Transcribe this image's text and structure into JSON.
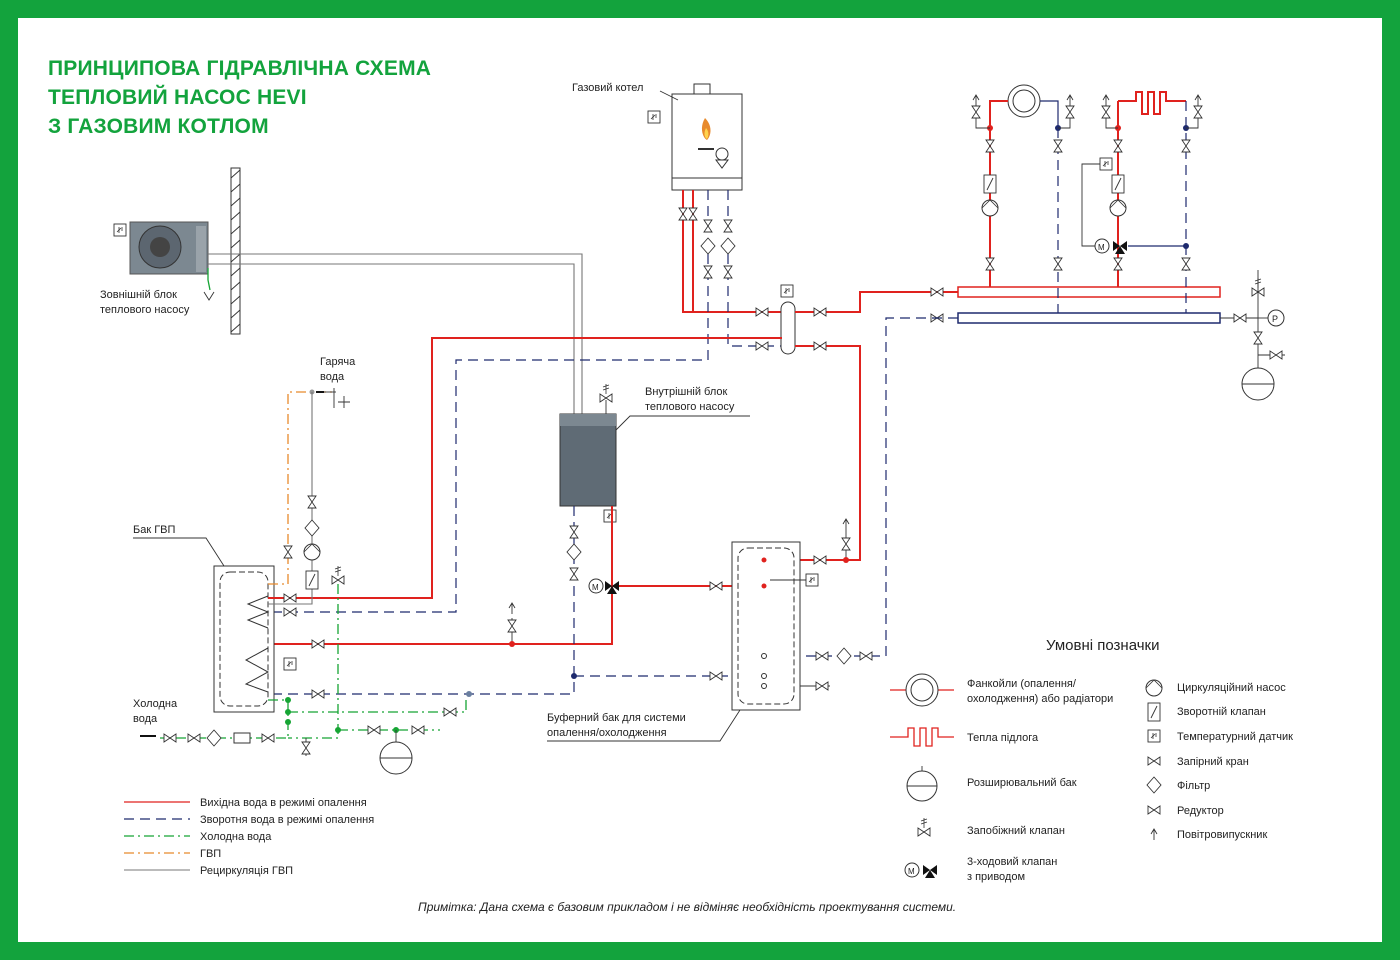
{
  "title": {
    "line1": "ПРИНЦИПОВА ГІДРАВЛІЧНА СХЕМА",
    "line2": "ТЕПЛОВИЙ НАСОС HEVI",
    "line3": "З ГАЗОВИМ КОТЛОМ"
  },
  "colors": {
    "brand_green": "#13a33d",
    "heating_supply": "#e0221e",
    "heating_return": "#1e2a6e",
    "cold_water": "#16a534",
    "dhw": "#e88a2c",
    "dhw_recirculation": "#777777"
  },
  "labels": {
    "gas_boiler": "Газовий котел",
    "outdoor_unit_1": "Зовнішній блок",
    "outdoor_unit_2": "теплового насосу",
    "hot_water_1": "Гаряча",
    "hot_water_2": "вода",
    "indoor_unit_1": "Внутрішній блок",
    "indoor_unit_2": "теплового насосу",
    "dhw_tank": "Бак ГВП",
    "cold_water_1": "Холодна",
    "cold_water_2": "вода",
    "buffer_tank_1": "Буферний бак для системи",
    "buffer_tank_2": "опалення/охолодження"
  },
  "line_legend": [
    {
      "label": "Вихідна вода в режимі опалення",
      "style": "heating_supply"
    },
    {
      "label": "Зворотня вода в режимі опалення",
      "style": "heating_return"
    },
    {
      "label": "Холодна вода",
      "style": "cold_water"
    },
    {
      "label": "ГВП",
      "style": "dhw"
    },
    {
      "label": "Рециркуляція ГВП",
      "style": "dhw_recirculation"
    }
  ],
  "symbols_legend": {
    "heading": "Умовні позначки",
    "fancoil_1": "Фанкойли (опалення/",
    "fancoil_2": "охолодження) або радіатори",
    "floor_heating": "Тепла підлога",
    "expansion_tank": "Розширювальний бак",
    "safety_valve": "Запобіжний клапан",
    "three_way_1": "3-ходовий клапан",
    "three_way_2": "з приводом",
    "circ_pump": "Циркуляційний насос",
    "check_valve": "Зворотній клапан",
    "temp_sensor": "Температурний датчик",
    "shutoff_valve": "Запірний кран",
    "filter": "Фільтр",
    "reducer": "Редуктор",
    "air_vent": "Повітровипускник"
  },
  "note": "Примітка: Дана схема є базовим прикладом і не відміняє необхідність проектування системи."
}
